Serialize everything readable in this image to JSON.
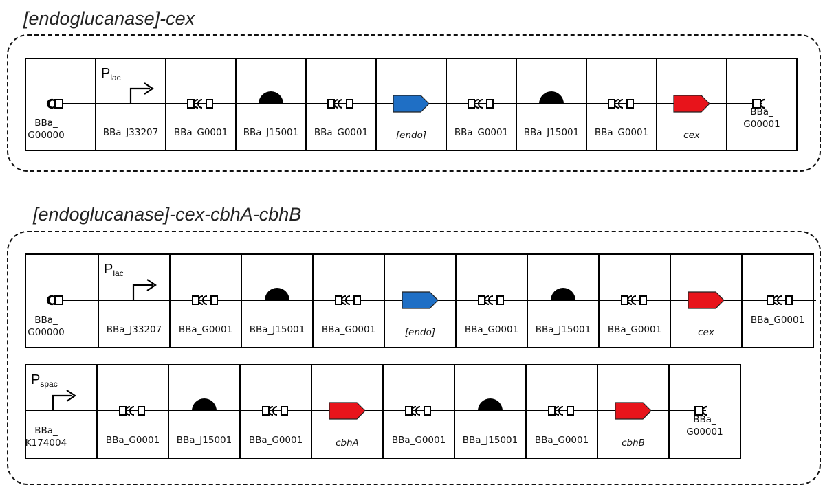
{
  "constructs": [
    {
      "title": "[endoglucanase]-cex",
      "rows": [
        {
          "parts": [
            {
              "type": "terminator-start",
              "label": [
                "BBa_",
                "G00000"
              ]
            },
            {
              "type": "promoter",
              "label": [
                "BBa_J33207"
              ],
              "promoter_name": "P",
              "promoter_sub": "lac"
            },
            {
              "type": "scar",
              "label": [
                "BBa_G0001"
              ]
            },
            {
              "type": "rbs",
              "label": [
                "BBa_J15001"
              ]
            },
            {
              "type": "scar",
              "label": [
                "BBa_G0001"
              ]
            },
            {
              "type": "cds",
              "label": [
                "[endo]"
              ],
              "color": "#1f6fc5",
              "italic": true
            },
            {
              "type": "scar",
              "label": [
                "BBa_G0001"
              ]
            },
            {
              "type": "rbs",
              "label": [
                "BBa_J15001"
              ]
            },
            {
              "type": "scar",
              "label": [
                "BBa_G0001"
              ]
            },
            {
              "type": "cds",
              "label": [
                "cex"
              ],
              "color": "#e8141b",
              "italic": true
            },
            {
              "type": "terminator-end",
              "label": [
                "BBa_",
                "G00001"
              ]
            }
          ]
        }
      ]
    },
    {
      "title": "[endoglucanase]-cex-cbhA-cbhB",
      "rows": [
        {
          "parts": [
            {
              "type": "terminator-start",
              "label": [
                "BBa_",
                "G00000"
              ]
            },
            {
              "type": "promoter",
              "label": [
                "BBa_J33207"
              ],
              "promoter_name": "P",
              "promoter_sub": "lac"
            },
            {
              "type": "scar",
              "label": [
                "BBa_G0001"
              ]
            },
            {
              "type": "rbs",
              "label": [
                "BBa_J15001"
              ]
            },
            {
              "type": "scar",
              "label": [
                "BBa_G0001"
              ]
            },
            {
              "type": "cds",
              "label": [
                "[endo]"
              ],
              "color": "#1f6fc5",
              "italic": true
            },
            {
              "type": "scar",
              "label": [
                "BBa_G0001"
              ]
            },
            {
              "type": "rbs",
              "label": [
                "BBa_J15001"
              ]
            },
            {
              "type": "scar",
              "label": [
                "BBa_G0001"
              ]
            },
            {
              "type": "cds",
              "label": [
                "cex"
              ],
              "color": "#e8141b",
              "italic": true
            },
            {
              "type": "scar-open",
              "label": [
                "BBa_G0001"
              ]
            }
          ]
        },
        {
          "parts": [
            {
              "type": "promoter-only",
              "label": [
                "BBa_",
                "K174004"
              ],
              "promoter_name": "P",
              "promoter_sub": "spac"
            },
            {
              "type": "scar",
              "label": [
                "BBa_G0001"
              ]
            },
            {
              "type": "rbs",
              "label": [
                "BBa_J15001"
              ]
            },
            {
              "type": "scar",
              "label": [
                "BBa_G0001"
              ]
            },
            {
              "type": "cds",
              "label": [
                "cbhA"
              ],
              "color": "#e8141b",
              "italic": true
            },
            {
              "type": "scar",
              "label": [
                "BBa_G0001"
              ]
            },
            {
              "type": "rbs",
              "label": [
                "BBa_J15001"
              ]
            },
            {
              "type": "scar",
              "label": [
                "BBa_G0001"
              ]
            },
            {
              "type": "cds",
              "label": [
                "cbhB"
              ],
              "color": "#e8141b",
              "italic": true
            },
            {
              "type": "terminator-end",
              "label": [
                "BBa_",
                "G00001"
              ]
            }
          ]
        }
      ]
    }
  ]
}
